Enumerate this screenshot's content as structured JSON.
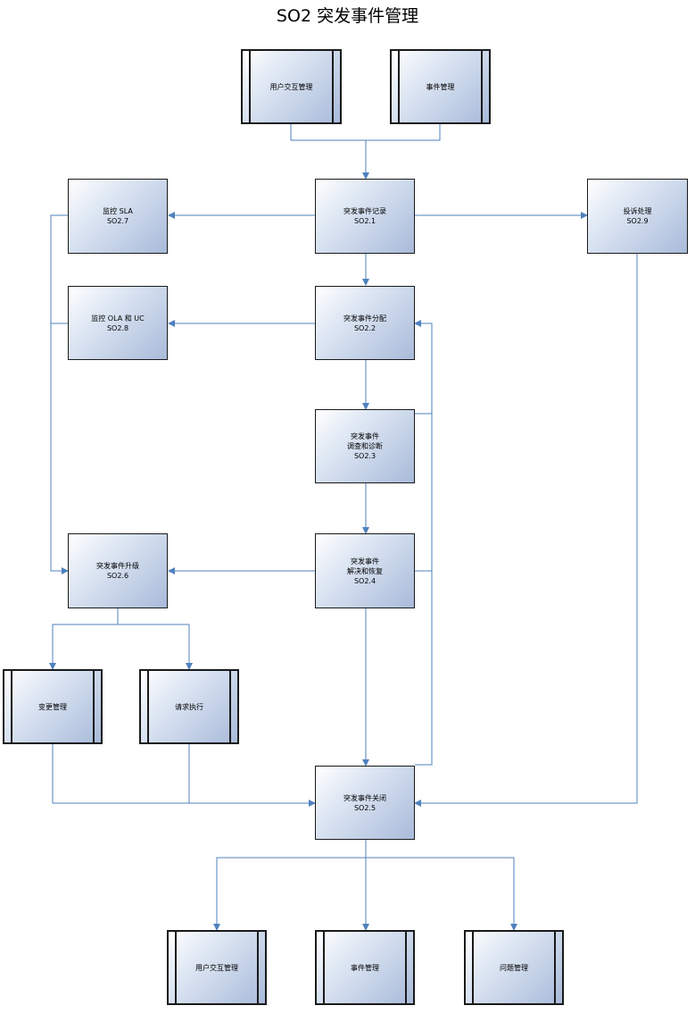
{
  "title": "SO2 突发事件管理",
  "colors": {
    "connector": "#4f81bd",
    "border": "#1a1a1a",
    "fill_light": "#dde6f3",
    "fill_dark": "#a9bbda"
  },
  "nodes": {
    "top_user_interaction": {
      "label": "用户交互管理"
    },
    "top_event_mgmt": {
      "label": "事件管理"
    },
    "so2_1": {
      "label": "突发事件记录\nSO2.1"
    },
    "so2_7": {
      "label": "监控 SLA\nSO2.7"
    },
    "so2_9": {
      "label": "投诉处理\nSO2.9"
    },
    "so2_2": {
      "label": "突发事件分配\nSO2.2"
    },
    "so2_8": {
      "label": "监控 OLA 和 UC\nSO2.8"
    },
    "so2_3": {
      "label": "突发事件\n调查和诊断\nSO2.3"
    },
    "so2_4": {
      "label": "突发事件\n解决和恢复\nSO2.4"
    },
    "so2_6": {
      "label": "突发事件升级\nSO2.6"
    },
    "change_mgmt": {
      "label": "变更管理"
    },
    "request_fulfil": {
      "label": "请求执行"
    },
    "so2_5": {
      "label": "突发事件关闭\nSO2.5"
    },
    "bottom_user_interaction": {
      "label": "用户交互管理"
    },
    "bottom_event_mgmt": {
      "label": "事件管理"
    },
    "bottom_problem_mgmt": {
      "label": "问题管理"
    }
  }
}
